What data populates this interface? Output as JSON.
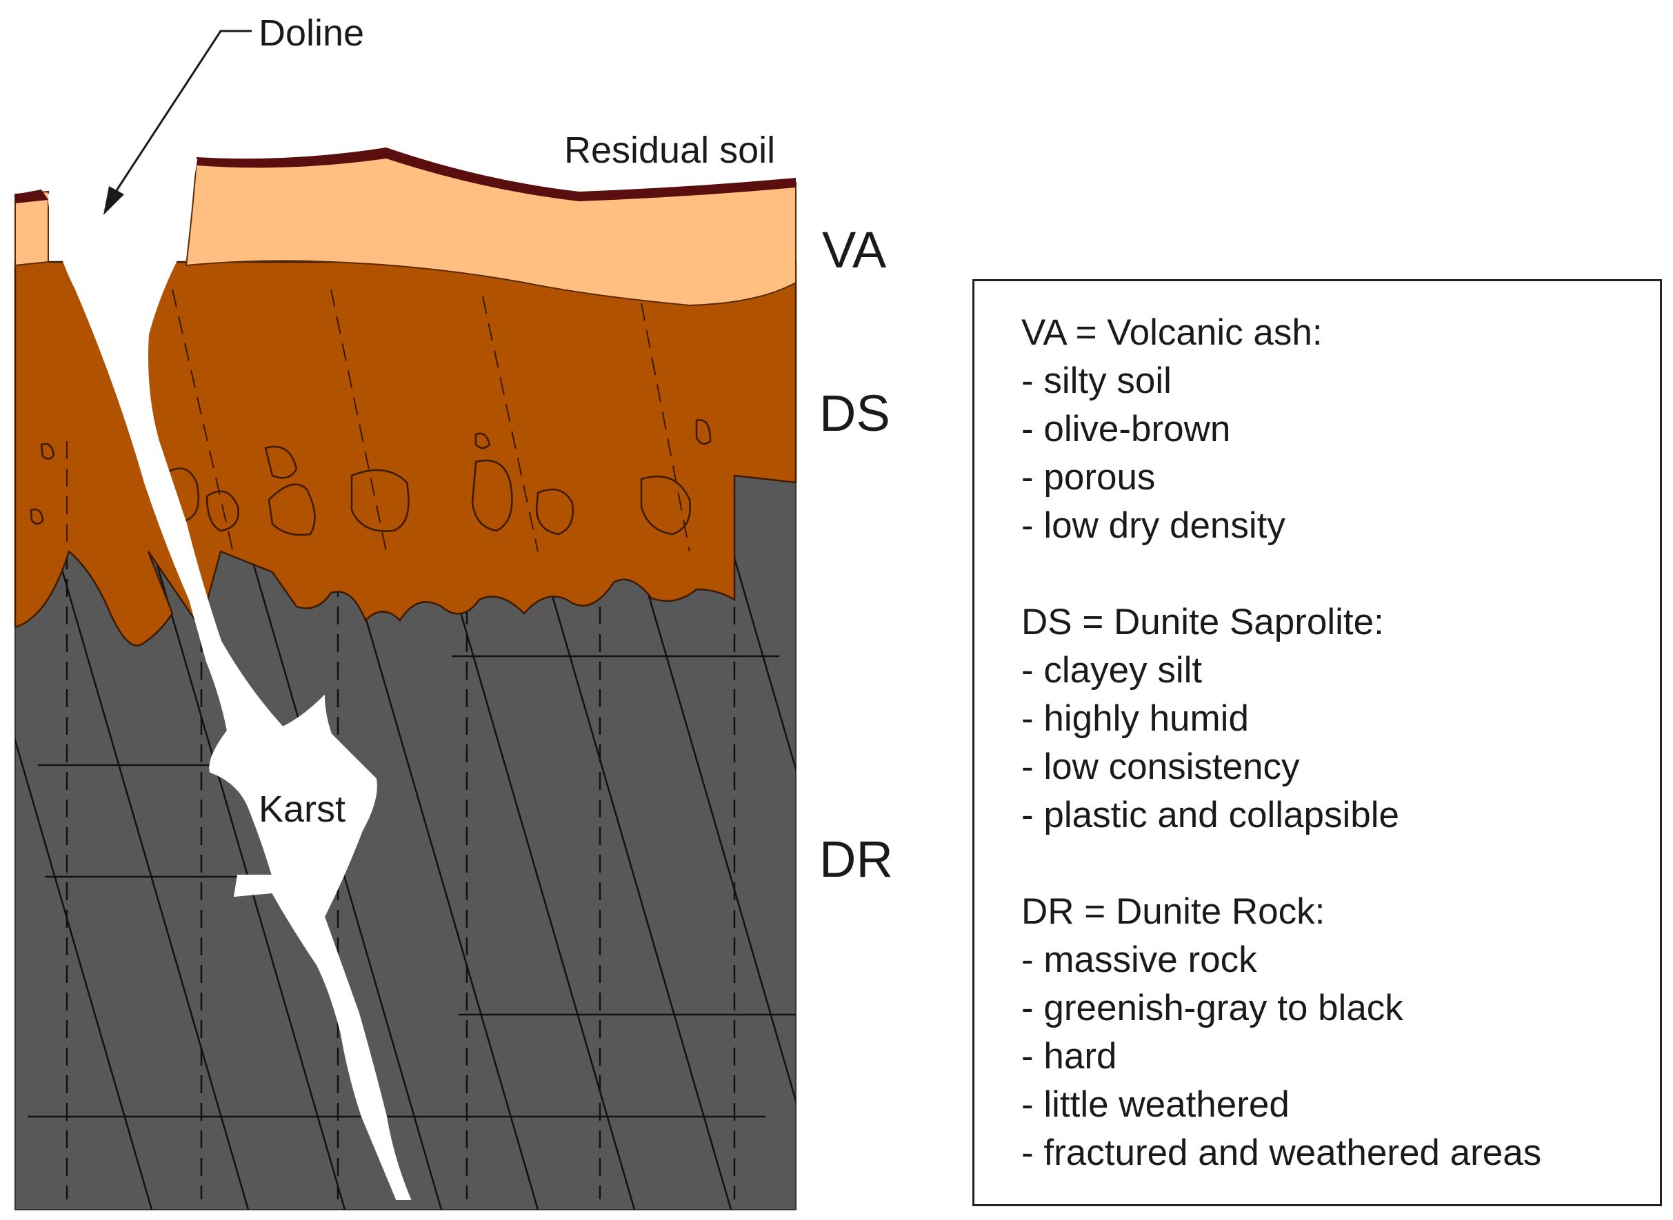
{
  "labels": {
    "doline": "Doline",
    "residual_soil": "Residual soil",
    "karst": "Karst",
    "va": "VA",
    "ds": "DS",
    "dr": "DR"
  },
  "legend": {
    "sections": [
      {
        "title": "VA = Volcanic ash:",
        "items": [
          "- silty soil",
          "- olive-brown",
          "- porous",
          "- low dry density"
        ]
      },
      {
        "title": "DS = Dunite Saprolite:",
        "items": [
          "- clayey silt",
          "- highly humid",
          "- low consistency",
          "- plastic and collapsible"
        ]
      },
      {
        "title": "DR = Dunite Rock:",
        "items": [
          "- massive rock",
          "- greenish-gray to black",
          "- hard",
          "- little weathered",
          "- fractured and weathered areas"
        ]
      }
    ]
  },
  "colors": {
    "rock": "#585858",
    "saprolite": "#b05200",
    "ash": "#ffbf80",
    "residual_soil": "#5a0e0e"
  }
}
